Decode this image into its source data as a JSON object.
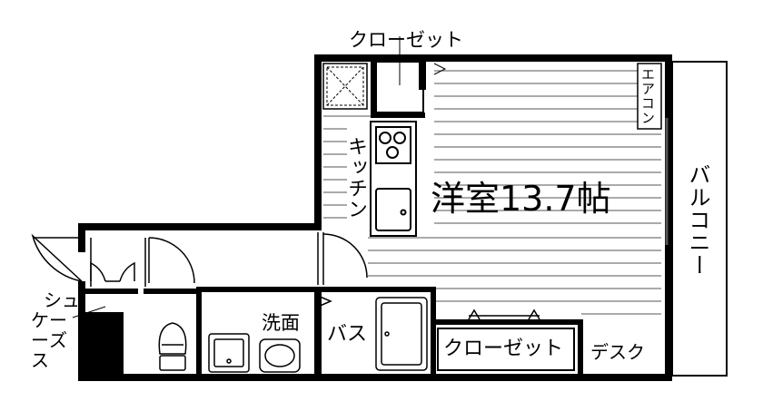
{
  "rooms": {
    "western_room": "洋室13.7帖",
    "closet_top": "クローゼット",
    "aircon": "エアコン",
    "kitchen": "キッチン",
    "balcony": "バルコニー",
    "wash": "洗面",
    "bath": "バス",
    "closet_bottom": "クローゼット",
    "desk": "デスク",
    "shoe_case": [
      "シュ",
      "ー",
      "ズ"
    ],
    "shoe_case_sub": [
      "ケ",
      "ー",
      "ス"
    ]
  },
  "colors": {
    "wall": "#000000",
    "floor_line": "#555555",
    "background": "#ffffff"
  }
}
